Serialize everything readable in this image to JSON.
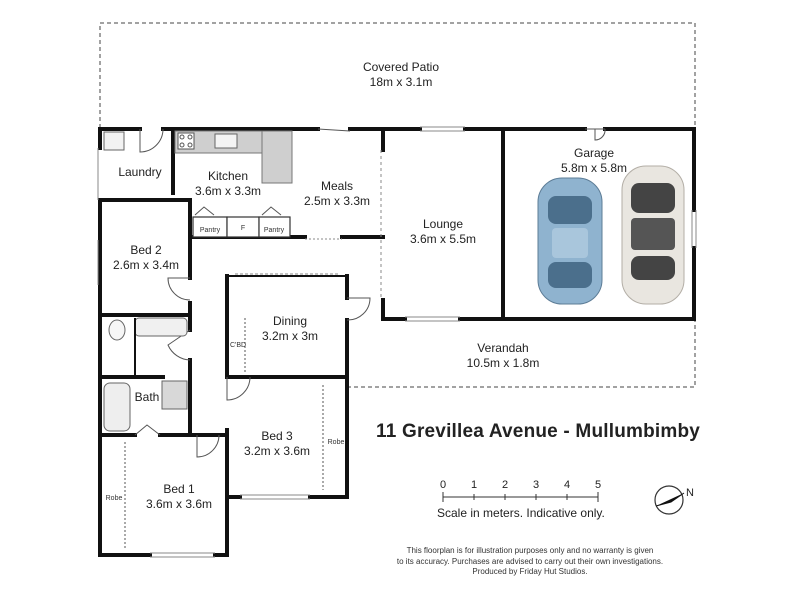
{
  "rooms": {
    "covered_patio": {
      "name": "Covered Patio",
      "size": "18m x 3.1m"
    },
    "laundry": {
      "name": "Laundry"
    },
    "kitchen": {
      "name": "Kitchen",
      "size": "3.6m x 3.3m"
    },
    "meals": {
      "name": "Meals",
      "size": "2.5m x 3.3m"
    },
    "lounge": {
      "name": "Lounge",
      "size": "3.6m x 5.5m"
    },
    "garage": {
      "name": "Garage",
      "size": "5.8m x 5.8m"
    },
    "bed2": {
      "name": "Bed 2",
      "size": "2.6m x 3.4m"
    },
    "dining": {
      "name": "Dining",
      "size": "3.2m x 3m"
    },
    "verandah": {
      "name": "Verandah",
      "size": "10.5m x 1.8m"
    },
    "bath": {
      "name": "Bath"
    },
    "bed3": {
      "name": "Bed 3",
      "size": "3.2m x 3.6m"
    },
    "bed1": {
      "name": "Bed 1",
      "size": "3.6m x 3.6m"
    }
  },
  "fixtures": {
    "pantry_left": "Pantry",
    "pantry_right": "Pantry",
    "fridge": "F",
    "cupboard": "C'BD",
    "robe_bed3": "Robe",
    "robe_bed1": "Robe"
  },
  "title": "11 Grevillea Avenue - Mullumbimby",
  "scale": {
    "ticks": [
      "0",
      "1",
      "2",
      "3",
      "4",
      "5"
    ],
    "caption": "Scale in meters. Indicative only."
  },
  "compass": {
    "label": "N"
  },
  "disclaimer": {
    "line1": "This floorplan is for illustration purposes only and no warranty is given",
    "line2": "to its accuracy. Purchases are advised to carry out their own investigations.",
    "line3": "Produced by Friday Hut Studios."
  },
  "colors": {
    "wall": "#111111",
    "car_blue": "#8fb3cf",
    "car_white": "#e9e6e0"
  }
}
